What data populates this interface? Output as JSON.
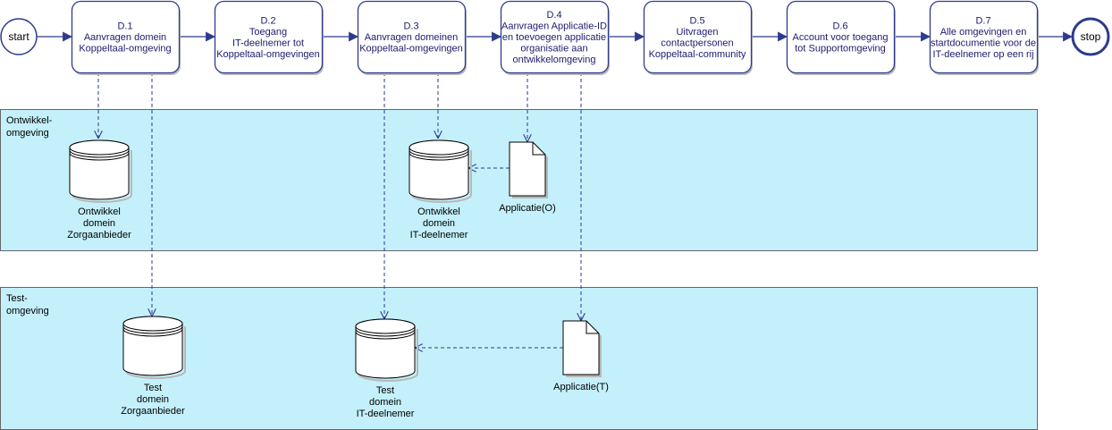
{
  "colors": {
    "flow_stroke": "#2e3a8c",
    "swimlane_fill": "#c4f0fc",
    "swimlane_stroke": "#666666",
    "shape_fill": "#ffffff",
    "shadow": "#b8b8b8"
  },
  "start": {
    "label": "start"
  },
  "stop": {
    "label": "stop"
  },
  "steps": [
    {
      "id": "D.1",
      "lines": [
        "D.1",
        "Aanvragen domein",
        "Koppeltaal-omgeving"
      ]
    },
    {
      "id": "D.2",
      "lines": [
        "D.2",
        "Toegang",
        "IT-deelnemer tot",
        "Koppeltaal-omgevingen"
      ]
    },
    {
      "id": "D.3",
      "lines": [
        "D.3",
        "Aanvragen domeinen",
        "Koppeltaal-omgevingen"
      ]
    },
    {
      "id": "D.4",
      "lines": [
        "D.4",
        "Aanvragen Applicatie-ID",
        "en toevoegen applicatie",
        "organisatie aan",
        "ontwikkelomgeving"
      ]
    },
    {
      "id": "D.5",
      "lines": [
        "D.5",
        "Uitvragen",
        "contactpersonen",
        "Koppeltaal-community"
      ]
    },
    {
      "id": "D.6",
      "lines": [
        "D.6",
        "Account voor toegang",
        "tot Supportomgeving"
      ]
    },
    {
      "id": "D.7",
      "lines": [
        "D.7",
        "Alle omgevingen en",
        "startdocumentie voor de",
        "IT-deelnemer op een rij"
      ]
    }
  ],
  "lanes": [
    {
      "id": "ontwikkel",
      "title_lines": [
        "Ontwikkel-",
        "omgeving"
      ],
      "databases": [
        {
          "id": "db-ontwikkel-zorgaanbieder",
          "lines": [
            "Ontwikkel",
            "domein",
            "Zorgaanbieder"
          ]
        },
        {
          "id": "db-ontwikkel-it-deelnemer",
          "lines": [
            "Ontwikkel",
            "domein",
            "IT-deelnemer"
          ]
        }
      ],
      "documents": [
        {
          "id": "doc-applicatie-o",
          "label": "Applicatie(O)"
        }
      ]
    },
    {
      "id": "test",
      "title_lines": [
        "Test-",
        "omgeving"
      ],
      "databases": [
        {
          "id": "db-test-zorgaanbieder",
          "lines": [
            "Test",
            "domein",
            "Zorgaanbieder"
          ]
        },
        {
          "id": "db-test-it-deelnemer",
          "lines": [
            "Test",
            "domein",
            "IT-deelnemer"
          ]
        }
      ],
      "documents": [
        {
          "id": "doc-applicatie-t",
          "label": "Applicatie(T)"
        }
      ]
    }
  ],
  "connections": [
    {
      "from": "start",
      "to": "D.1",
      "style": "solid"
    },
    {
      "from": "D.1",
      "to": "D.2",
      "style": "solid"
    },
    {
      "from": "D.2",
      "to": "D.3",
      "style": "solid"
    },
    {
      "from": "D.3",
      "to": "D.4",
      "style": "solid"
    },
    {
      "from": "D.4",
      "to": "D.5",
      "style": "solid"
    },
    {
      "from": "D.5",
      "to": "D.6",
      "style": "solid"
    },
    {
      "from": "D.6",
      "to": "D.7",
      "style": "solid"
    },
    {
      "from": "D.7",
      "to": "stop",
      "style": "solid"
    },
    {
      "from": "D.1",
      "to": "db-ontwikkel-zorgaanbieder",
      "style": "dashed"
    },
    {
      "from": "D.1",
      "to": "db-test-zorgaanbieder",
      "style": "dashed"
    },
    {
      "from": "D.3",
      "to": "db-ontwikkel-it-deelnemer",
      "style": "dashed"
    },
    {
      "from": "D.3",
      "to": "db-test-it-deelnemer",
      "style": "dashed"
    },
    {
      "from": "D.4",
      "to": "doc-applicatie-o",
      "style": "dashed"
    },
    {
      "from": "D.4",
      "to": "doc-applicatie-t",
      "style": "dashed"
    },
    {
      "from": "doc-applicatie-o",
      "to": "db-ontwikkel-it-deelnemer",
      "style": "dashed"
    },
    {
      "from": "doc-applicatie-t",
      "to": "db-test-it-deelnemer",
      "style": "dashed"
    }
  ]
}
